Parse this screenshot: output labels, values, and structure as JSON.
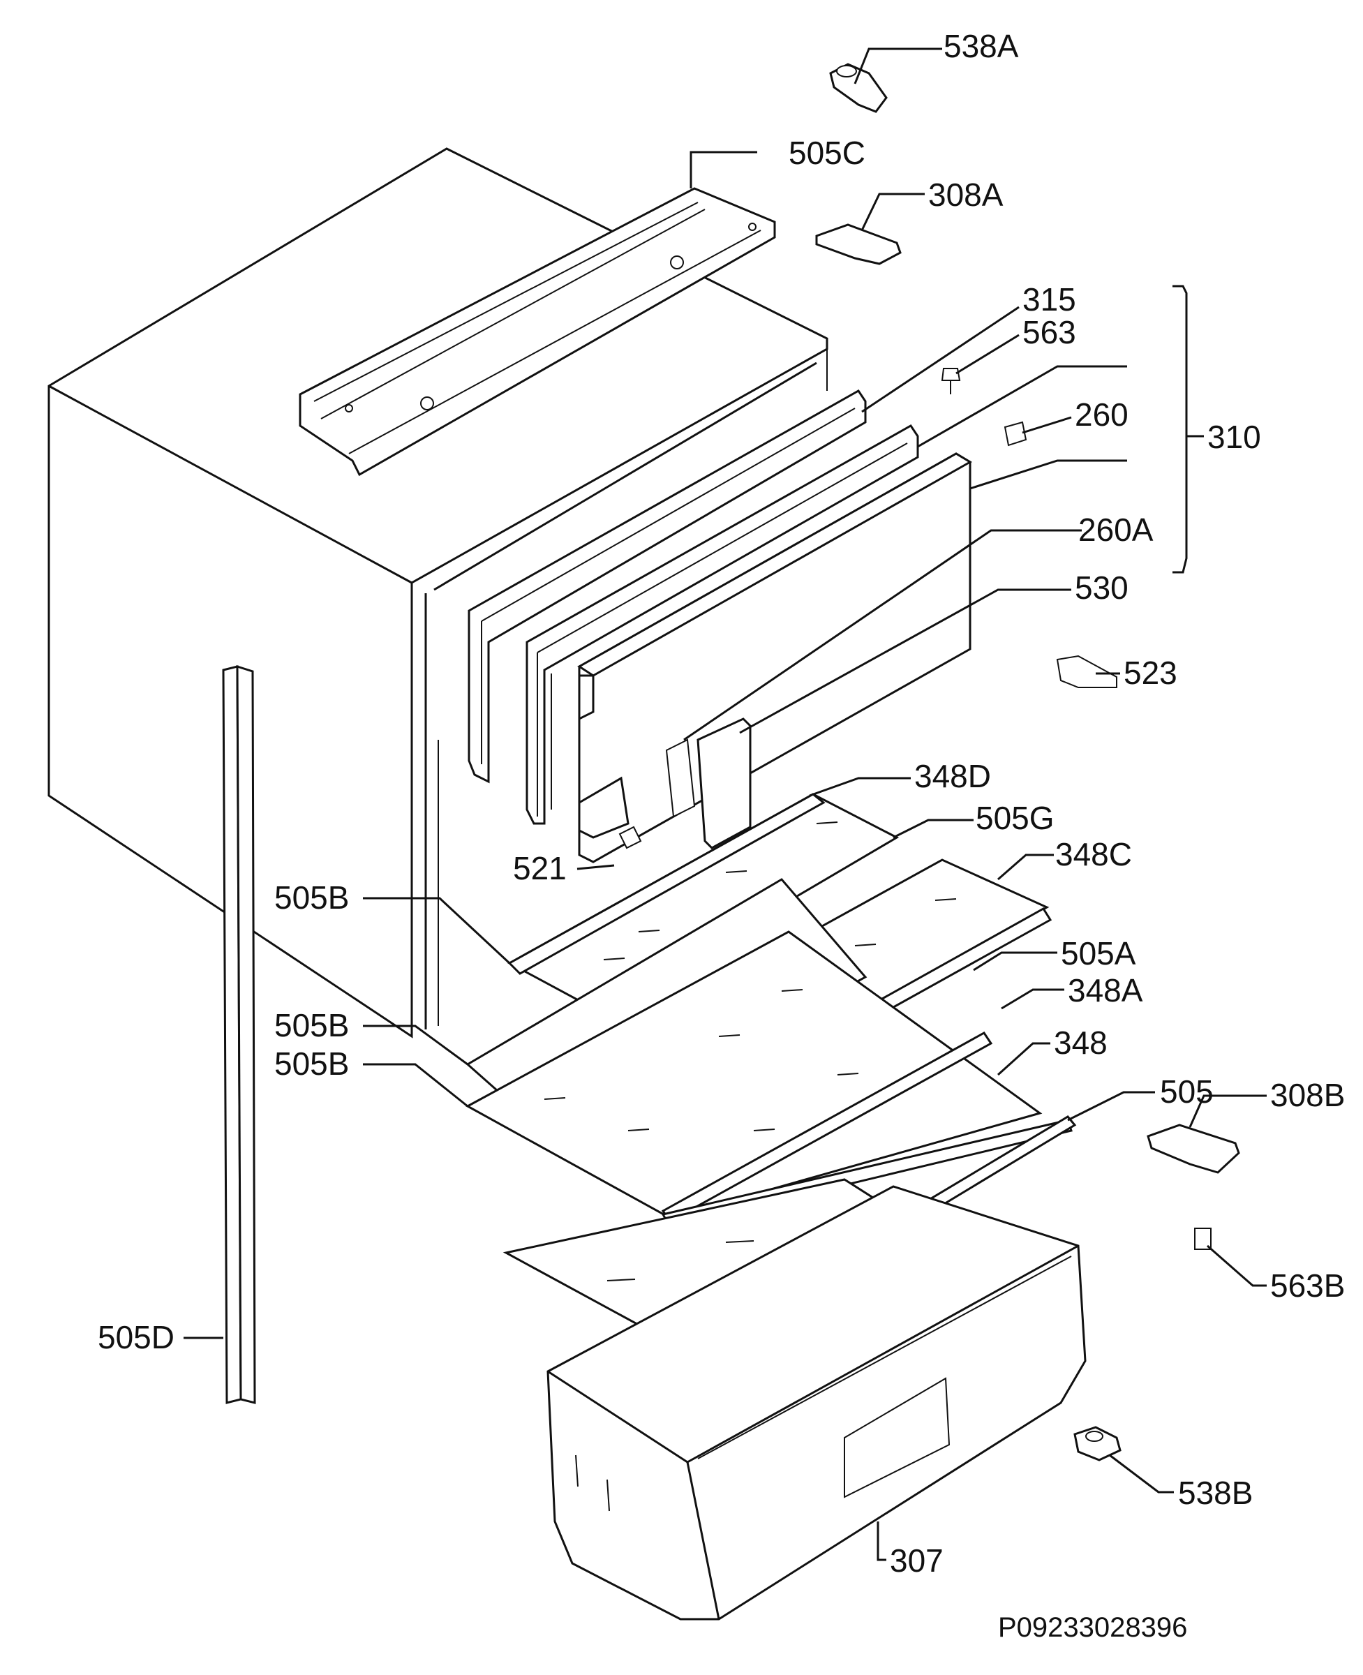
{
  "diagram": {
    "labels": {
      "l538A": "538A",
      "l505C": "505C",
      "l308A": "308A",
      "l315": "315",
      "l563": "563",
      "l260": "260",
      "l310": "310",
      "l260A": "260A",
      "l530": "530",
      "l523": "523",
      "l348D": "348D",
      "l505G": "505G",
      "l521": "521",
      "l348C": "348C",
      "l505B1": "505B",
      "l505A": "505A",
      "l348A": "348A",
      "l505B2": "505B",
      "l348": "348",
      "l505B3": "505B",
      "l505": "505",
      "l308B": "308B",
      "l563B": "563B",
      "l505D": "505D",
      "l538B": "538B",
      "l307": "307"
    },
    "document_code": "P09233028396"
  }
}
